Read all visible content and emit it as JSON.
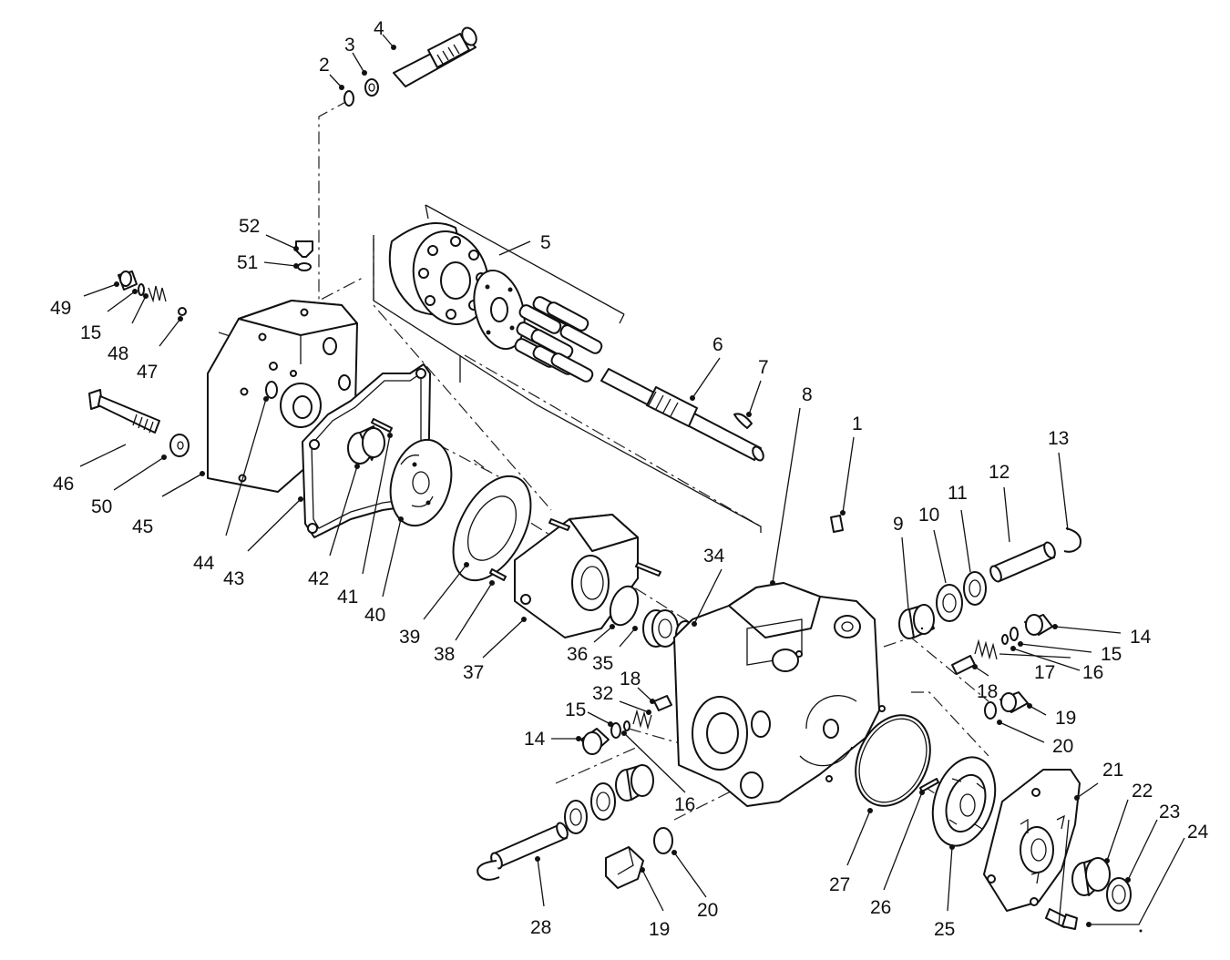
{
  "diagram": {
    "callouts": [
      {
        "id": "c1",
        "text": "1"
      },
      {
        "id": "c2",
        "text": "2"
      },
      {
        "id": "c3",
        "text": "3"
      },
      {
        "id": "c4",
        "text": "4"
      },
      {
        "id": "c5",
        "text": "5"
      },
      {
        "id": "c6",
        "text": "6"
      },
      {
        "id": "c7",
        "text": "7"
      },
      {
        "id": "c8",
        "text": "8"
      },
      {
        "id": "c9",
        "text": "9"
      },
      {
        "id": "c10",
        "text": "10"
      },
      {
        "id": "c11",
        "text": "11"
      },
      {
        "id": "c12",
        "text": "12"
      },
      {
        "id": "c13",
        "text": "13"
      },
      {
        "id": "c14a",
        "text": "14"
      },
      {
        "id": "c15a",
        "text": "15"
      },
      {
        "id": "c16a",
        "text": "16"
      },
      {
        "id": "c17",
        "text": "17"
      },
      {
        "id": "c18a",
        "text": "18"
      },
      {
        "id": "c19a",
        "text": "19"
      },
      {
        "id": "c20a",
        "text": "20"
      },
      {
        "id": "c21",
        "text": "21"
      },
      {
        "id": "c22",
        "text": "22"
      },
      {
        "id": "c23",
        "text": "23"
      },
      {
        "id": "c24",
        "text": "24"
      },
      {
        "id": "c25",
        "text": "25"
      },
      {
        "id": "c26",
        "text": "26"
      },
      {
        "id": "c27",
        "text": "27"
      },
      {
        "id": "c28",
        "text": "28"
      },
      {
        "id": "c19b",
        "text": "19"
      },
      {
        "id": "c20b",
        "text": "20"
      },
      {
        "id": "c14b",
        "text": "14"
      },
      {
        "id": "c15b",
        "text": "15"
      },
      {
        "id": "c16b",
        "text": "16"
      },
      {
        "id": "c18b",
        "text": "18"
      },
      {
        "id": "c32",
        "text": "32"
      },
      {
        "id": "c34",
        "text": "34"
      },
      {
        "id": "c35",
        "text": "35"
      },
      {
        "id": "c36",
        "text": "36"
      },
      {
        "id": "c37",
        "text": "37"
      },
      {
        "id": "c38",
        "text": "38"
      },
      {
        "id": "c39",
        "text": "39"
      },
      {
        "id": "c40",
        "text": "40"
      },
      {
        "id": "c41",
        "text": "41"
      },
      {
        "id": "c42",
        "text": "42"
      },
      {
        "id": "c43",
        "text": "43"
      },
      {
        "id": "c44",
        "text": "44"
      },
      {
        "id": "c45",
        "text": "45"
      },
      {
        "id": "c46",
        "text": "46"
      },
      {
        "id": "c47",
        "text": "47"
      },
      {
        "id": "c48",
        "text": "48"
      },
      {
        "id": "c49",
        "text": "49"
      },
      {
        "id": "c50",
        "text": "50"
      },
      {
        "id": "c51",
        "text": "51"
      },
      {
        "id": "c52",
        "text": "52"
      }
    ]
  }
}
